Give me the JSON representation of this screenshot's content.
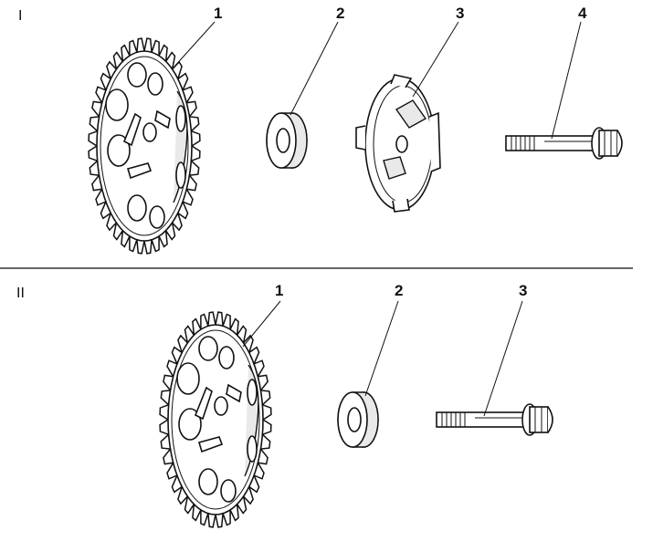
{
  "panels": [
    {
      "id": "I",
      "label": "I",
      "callouts": [
        "1",
        "2",
        "3",
        "4"
      ]
    },
    {
      "id": "II",
      "label": "II",
      "callouts": [
        "1",
        "2",
        "3"
      ]
    }
  ],
  "parts": {
    "panel_I": [
      "sprocket",
      "washer",
      "reluctor-wheel",
      "bolt"
    ],
    "panel_II": [
      "sprocket",
      "washer",
      "bolt"
    ]
  }
}
